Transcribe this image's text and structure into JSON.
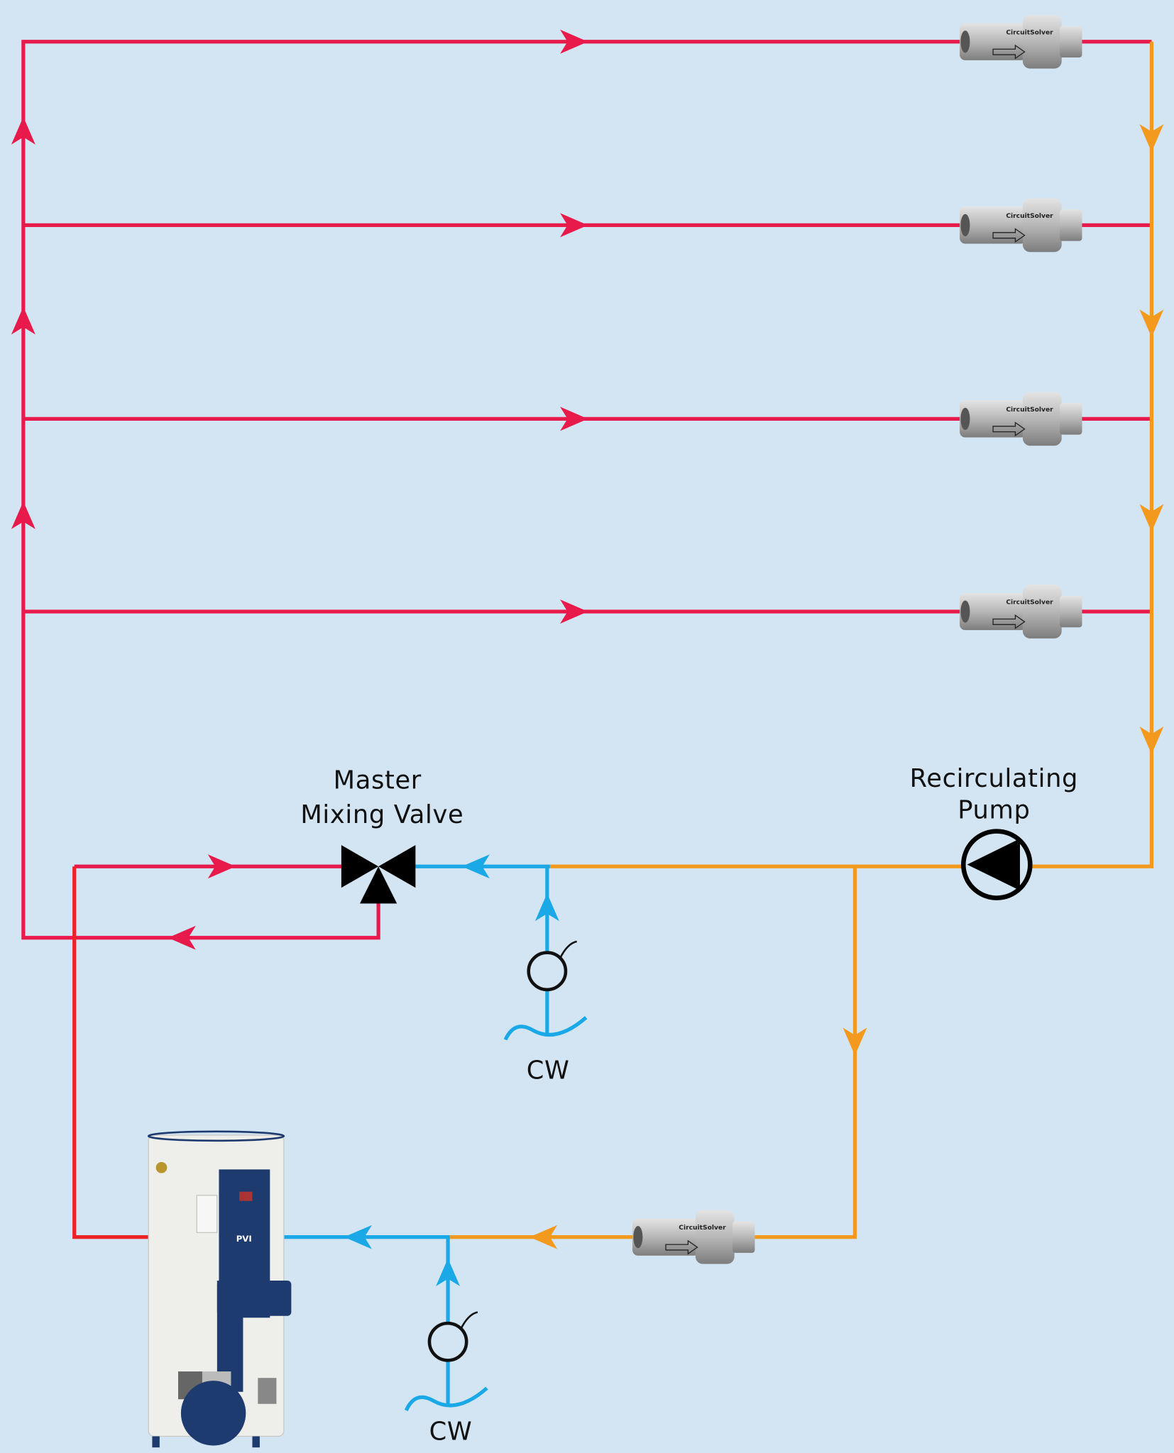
{
  "labels": {
    "mixing_valve_line1": "Master",
    "mixing_valve_line2": "Mixing Valve",
    "pump_line1": "Recirculating",
    "pump_line2": "Pump",
    "cw_upper": "CW",
    "cw_lower": "CW"
  },
  "product_lettering": {
    "balancing_valve_brand": "CircuitSolver",
    "water_heater_brand": "PVI"
  },
  "colors": {
    "background": "#d3e5f2",
    "hot_supply": "#e8194b",
    "heater_outlet": "#ec2227",
    "recirculation_return": "#f39a1e",
    "cold_water": "#1aa8e6",
    "heater_jacket": "#eeeeea",
    "heater_blue": "#1d3b6e"
  }
}
